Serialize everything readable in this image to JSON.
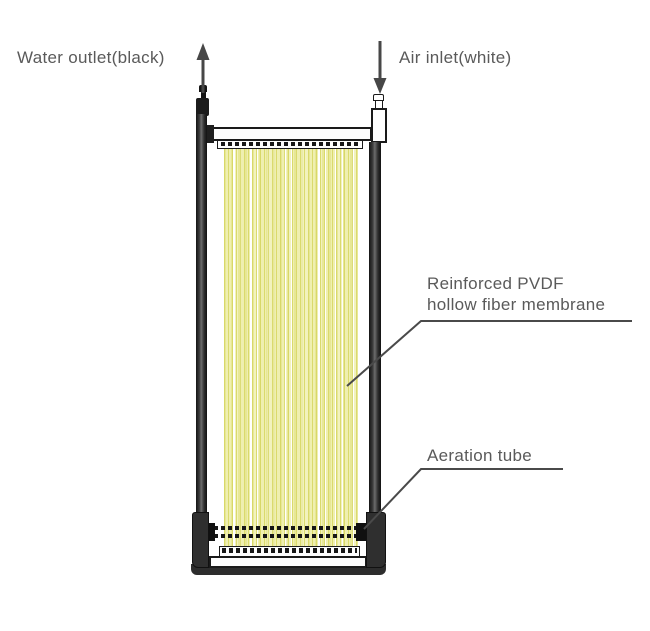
{
  "diagram": {
    "type": "membrane-module-schematic",
    "labels": {
      "water_outlet": "Water outlet(black)",
      "air_inlet": "Air inlet(white)",
      "membrane_line1": "Reinforced PVDF",
      "membrane_line2": "hollow fiber membrane",
      "aeration_tube": "Aeration tube"
    },
    "icons": {
      "water_outlet_arrow": "up-arrow-icon",
      "air_inlet_arrow": "down-arrow-icon"
    },
    "colors": {
      "background": "#ffffff",
      "label_text": "#5a5a5a",
      "annotation_line": "#4a4a4a",
      "frame_dark": "#2f2f2f",
      "fiber_yellow": "#e9e99c"
    }
  }
}
